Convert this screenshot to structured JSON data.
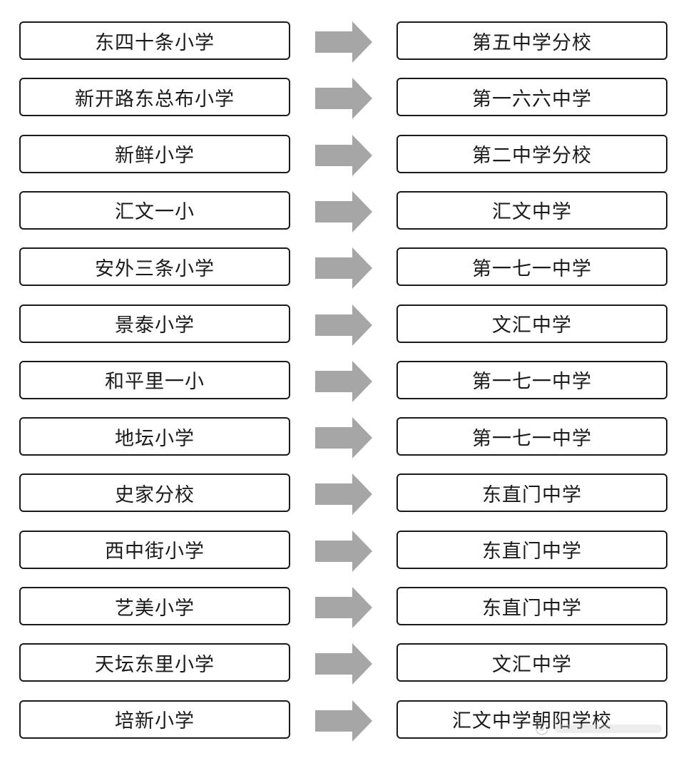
{
  "colors": {
    "border": "#1a1a1a",
    "arrow": "#a6a6a6",
    "text": "#1a1a1a",
    "background": "#ffffff"
  },
  "rows": [
    {
      "primary": "东四十条小学",
      "secondary": "第五中学分校"
    },
    {
      "primary": "新开路东总布小学",
      "secondary": "第一六六中学"
    },
    {
      "primary": "新鲜小学",
      "secondary": "第二中学分校"
    },
    {
      "primary": "汇文一小",
      "secondary": "汇文中学"
    },
    {
      "primary": "安外三条小学",
      "secondary": "第一七一中学"
    },
    {
      "primary": "景泰小学",
      "secondary": "文汇中学"
    },
    {
      "primary": "和平里一小",
      "secondary": "第一七一中学"
    },
    {
      "primary": "地坛小学",
      "secondary": "第一七一中学"
    },
    {
      "primary": "史家分校",
      "secondary": "东直门中学"
    },
    {
      "primary": "西中街小学",
      "secondary": "东直门中学"
    },
    {
      "primary": "艺美小学",
      "secondary": "东直门中学"
    },
    {
      "primary": "天坛东里小学",
      "secondary": "文汇中学"
    },
    {
      "primary": "培新小学",
      "secondary": "汇文中学朝阳学校"
    }
  ]
}
